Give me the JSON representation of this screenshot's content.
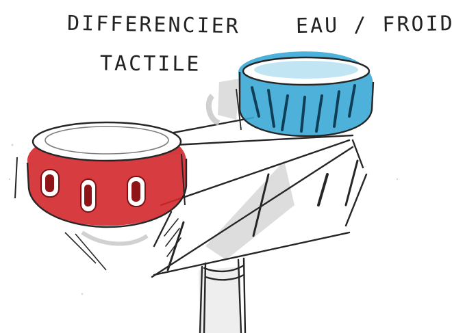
{
  "annotations": {
    "line1": "DIFFERENCIER",
    "line2": "EAU / FROID",
    "line3": "TACTILE"
  },
  "colors": {
    "ink": "#222222",
    "hot_knob": "#d3272b",
    "cold_knob": "#3aa8d6",
    "shadow_grey": "#c9c9c9",
    "paper": "#ffffff"
  },
  "illustration": {
    "subject": "faucet-with-two-knobs-sketch",
    "left_knob": "red-hot-knob",
    "right_knob": "blue-cold-knob"
  }
}
